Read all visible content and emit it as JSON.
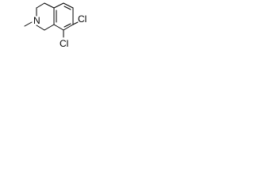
{
  "molecule": {
    "atoms": {
      "n": "N",
      "methyl": "",
      "cl_top": "Cl",
      "cl_bottom": "Cl"
    },
    "colors": {
      "background": "#ffffff",
      "bond": "#000000",
      "label": "#000000"
    }
  }
}
